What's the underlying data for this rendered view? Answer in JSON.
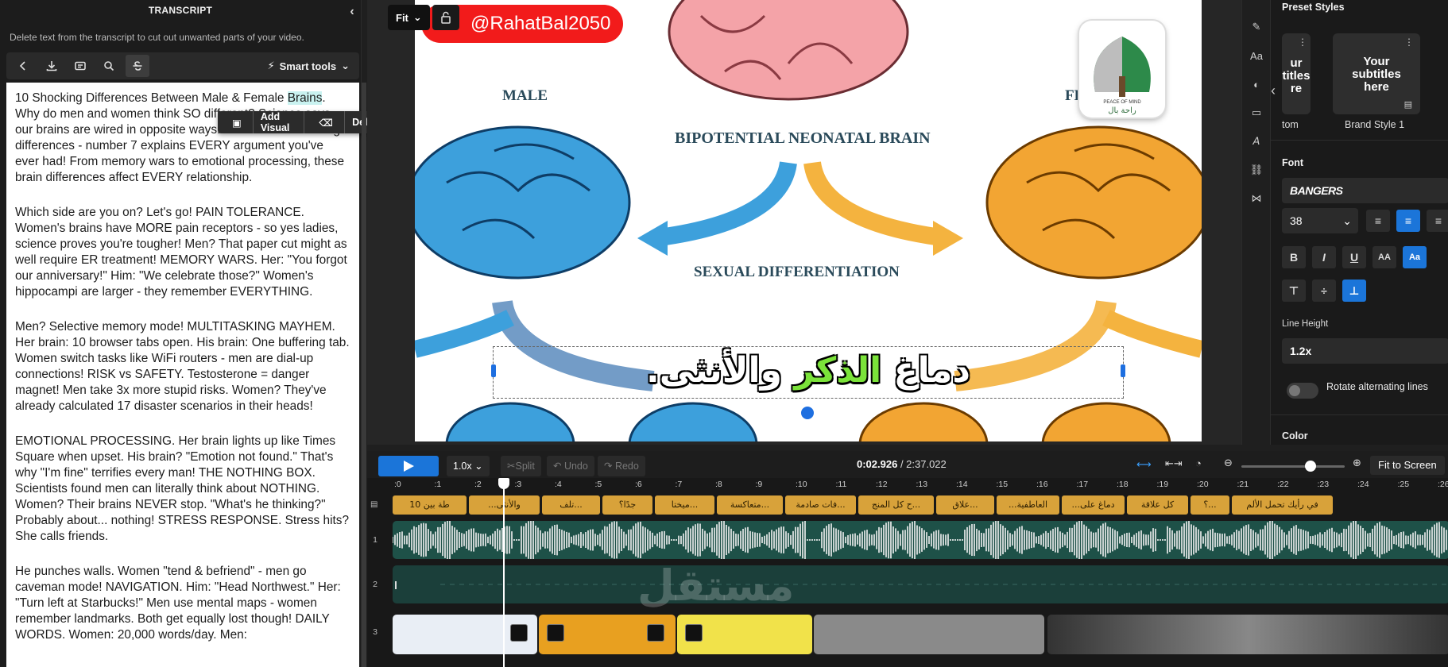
{
  "transcript_panel": {
    "title": "TRANSCRIPT",
    "hint": "Delete text from the transcript to cut out unwanted parts of your video.",
    "smart_tools": "Smart tools",
    "popup_add_visual": "Add Visual",
    "popup_delete": "Delete",
    "para1_a": "10 Shocking Differences Between Male & Female ",
    "para1_hl": "Brains",
    "para1_b": ". Why do men and women think SO different? Science says our brains are wired in opposite ways. Here are 10 shocking differences - number 7 explains EVERY argument you've ever had! From memory wars to emotional processing, these brain differences affect EVERY relationship.",
    "para2": "Which side are you on? Let's go! PAIN TOLERANCE. Women's brains have MORE pain receptors - so yes ladies, science proves you're tougher! Men? That paper cut might as well require ER treatment! MEMORY WARS. Her: \"You forgot our anniversary!\" Him: \"We celebrate those?\" Women's hippocampi are larger - they remember EVERYTHING.",
    "para3": "Men? Selective memory mode! MULTITASKING MAYHEM. Her brain: 10 browser tabs open. His brain: One buffering tab. Women switch tasks like WiFi routers - men are dial-up connections! RISK vs SAFETY. Testosterone = danger magnet! Men take 3x more stupid risks. Women? They've already calculated 17 disaster scenarios in their heads!",
    "para4": "EMOTIONAL PROCESSING. Her brain lights up like Times Square when upset. His brain? \"Emotion not found.\" That's why \"I'm fine\" terrifies every man! THE NOTHING BOX. Scientists found men can literally think about NOTHING. Women? Their brains NEVER stop. \"What's he thinking?\" Probably about... nothing! STRESS RESPONSE. Stress hits? She calls friends.",
    "para5": "He punches walls. Women \"tend & befriend\" - men go caveman mode! NAVIGATION. Him: \"Head Northwest.\" Her: \"Turn left at Starbucks!\" Men use mental maps - women remember landmarks. Both get equally lost though! DAILY WORDS. Women: 20,000 words/day. Men:"
  },
  "video": {
    "fit_label": "Fit",
    "handle": "@RahatBal2050",
    "subtitle_pre": "دماغ ",
    "subtitle_green": "الذكر",
    "subtitle_post": " والأنثى.",
    "diagram": {
      "male": "MALE",
      "female": "FE",
      "center": "BIPOTENTIAL NEONATAL BRAIN",
      "diff": "SEXUAL DIFFERENTIATION"
    },
    "logo_caption": "PEACE OF MIND",
    "logo_arabic": "راحة بال"
  },
  "right_panel": {
    "preset_styles": "Preset Styles",
    "card1_text": "ur\ntitles\nre",
    "card1_label": "tom",
    "card2_text": "Your\nsubtitles\nhere",
    "card2_label": "Brand Style 1",
    "font_section": "Font",
    "font_name": "BANGERS",
    "font_size": "38",
    "line_height_label": "Line Height",
    "line_height": "1.2x",
    "rotate_label": "Rotate alternating lines",
    "color_label": "Color",
    "accent": "#1b75d9"
  },
  "player": {
    "speed": "1.0x",
    "split": "Split",
    "undo": "Undo",
    "redo": "Redo",
    "time_current": "0:02.926",
    "time_total": " / 2:37.022",
    "fit_to_screen": "Fit to Screen"
  },
  "timeline": {
    "ticks": [
      ":0",
      ":1",
      ":2",
      ":3",
      ":4",
      ":5",
      ":6",
      ":7",
      ":8",
      ":9",
      ":10",
      ":11",
      ":12",
      ":13",
      ":14",
      ":15",
      ":16",
      ":17",
      ":18",
      ":19",
      ":20",
      ":21",
      ":22",
      ":23",
      ":24",
      ":25",
      ":26"
    ],
    "track_labels": [
      "1",
      "2",
      "3"
    ],
    "subtitle_chips": [
      "طة بين 10",
      "والأنثى...",
      "...تلف",
      "جدًا؟",
      "...ميختا",
      "...متعاكسة",
      "...فات صادمة",
      "...ح كل المنج",
      "...علاق",
      "العاطفية...",
      "دماغ على...",
      "كل علاقة",
      "...؟",
      "في رأيك تحمل الألم"
    ],
    "watermark": "مستقل"
  }
}
